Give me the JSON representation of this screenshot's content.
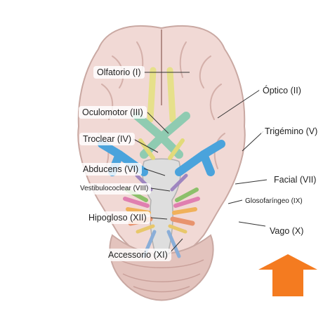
{
  "labels": {
    "olfatorio": "Olfatorio (I)",
    "optico": "Óptico (II)",
    "oculomotor": "Oculomotor (III)",
    "trigemino": "Trigémino (V)",
    "troclear": "Troclear (IV)",
    "abducens": "Abducens (VI)",
    "facial": "Facial (VII)",
    "vestibulococlear": "Vestibulococlear (VIII)",
    "glosofaringeo": "Glosofaríngeo (IX)",
    "hipogloso": "Hipogloso (XII)",
    "vago": "Vago (X)",
    "accessorio": "Accessorio (XI)"
  },
  "colors": {
    "cortex": "#f1d9d5",
    "cortex_stroke": "#c9a8a2",
    "cerebellum": "#e3c3bd",
    "brainstem": "#dedede",
    "olfactory": "#e6e08a",
    "optic": "#8fcbb1",
    "oculomotor": "#e2da7a",
    "trigeminal": "#4aa3dc",
    "abducens": "#9e86c0",
    "facial": "#8cc06a",
    "vestibulocochlear": "#e07fb0",
    "glossopharyngeal": "#f0b15a",
    "vagus": "#e8946e",
    "accessory": "#8aaed8",
    "hypoglossal": "#e8c76a",
    "arrow": "#f47b20"
  },
  "icons": {
    "arrow": "up-arrow-icon"
  }
}
